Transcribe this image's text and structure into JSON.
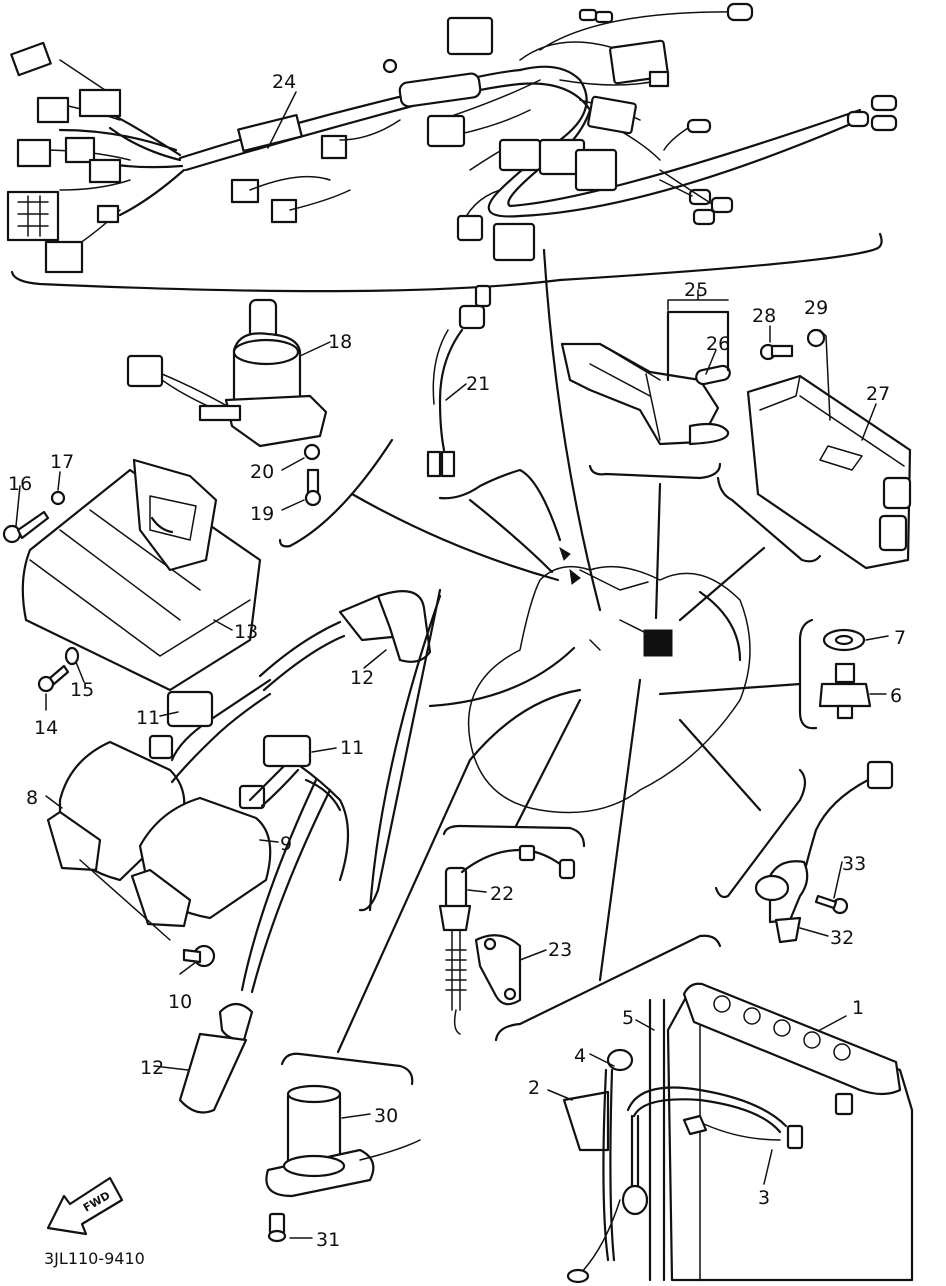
{
  "diagram_code": "3JL110-9410",
  "fwd_label": "FWD",
  "callouts": [
    {
      "id": "1",
      "label": "1"
    },
    {
      "id": "2",
      "label": "2"
    },
    {
      "id": "3",
      "label": "3"
    },
    {
      "id": "4",
      "label": "4"
    },
    {
      "id": "5",
      "label": "5"
    },
    {
      "id": "6",
      "label": "6"
    },
    {
      "id": "7",
      "label": "7"
    },
    {
      "id": "8",
      "label": "8"
    },
    {
      "id": "9",
      "label": "9"
    },
    {
      "id": "10",
      "label": "10"
    },
    {
      "id": "11a",
      "label": "11"
    },
    {
      "id": "11b",
      "label": "11"
    },
    {
      "id": "12a",
      "label": "12"
    },
    {
      "id": "12b",
      "label": "12"
    },
    {
      "id": "13",
      "label": "13"
    },
    {
      "id": "14",
      "label": "14"
    },
    {
      "id": "15",
      "label": "15"
    },
    {
      "id": "16",
      "label": "16"
    },
    {
      "id": "17",
      "label": "17"
    },
    {
      "id": "18",
      "label": "18"
    },
    {
      "id": "19",
      "label": "19"
    },
    {
      "id": "20",
      "label": "20"
    },
    {
      "id": "21",
      "label": "21"
    },
    {
      "id": "22",
      "label": "22"
    },
    {
      "id": "23",
      "label": "23"
    },
    {
      "id": "24",
      "label": "24"
    },
    {
      "id": "25",
      "label": "25"
    },
    {
      "id": "26",
      "label": "26"
    },
    {
      "id": "27",
      "label": "27"
    },
    {
      "id": "28",
      "label": "28"
    },
    {
      "id": "29",
      "label": "29"
    },
    {
      "id": "30",
      "label": "30"
    },
    {
      "id": "31",
      "label": "31"
    },
    {
      "id": "32",
      "label": "32"
    },
    {
      "id": "33",
      "label": "33"
    }
  ]
}
